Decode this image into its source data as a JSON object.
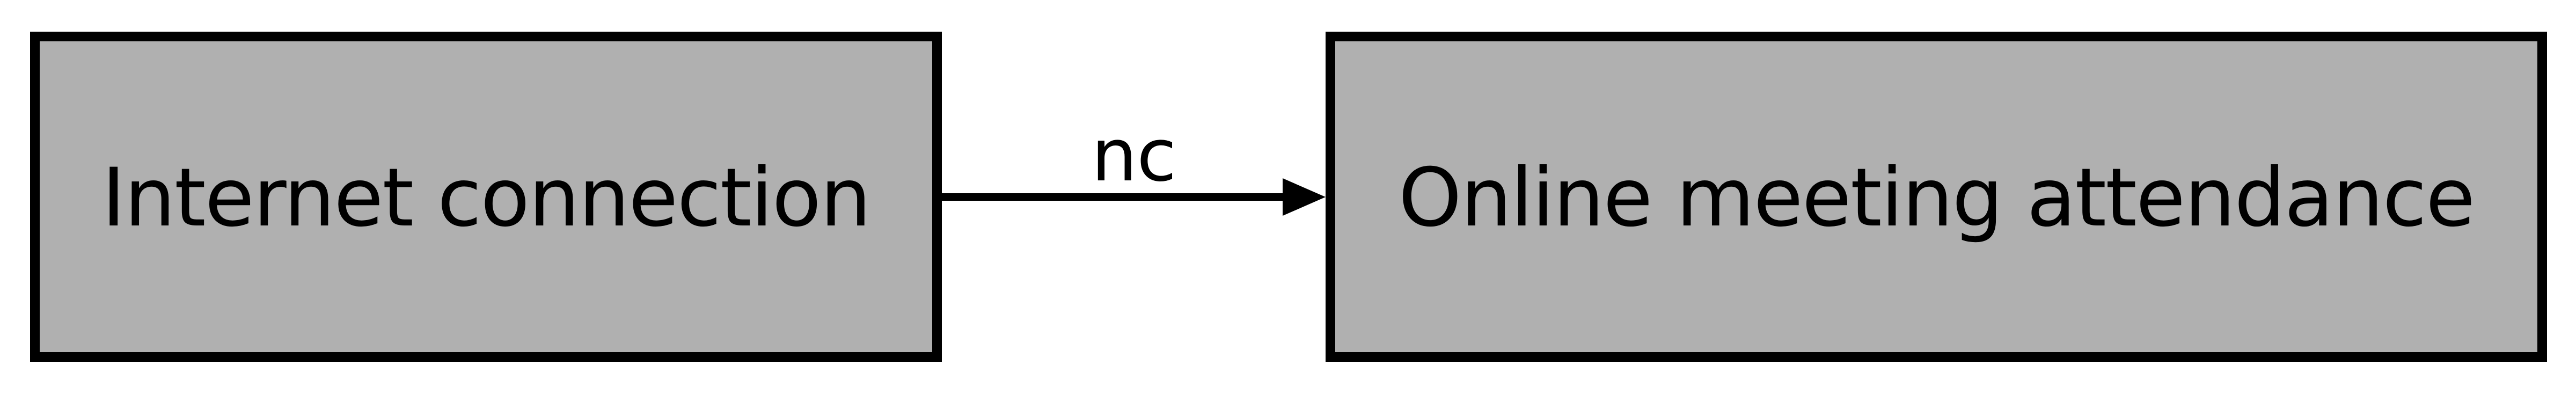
{
  "diagram": {
    "type": "directed-graph",
    "colors": {
      "background": "#ffffff",
      "node_fill": "#b0b0b0",
      "node_border": "#000000",
      "text": "#000000",
      "edge": "#000000"
    },
    "nodes": [
      {
        "id": "internet-connection",
        "label": "Internet connection"
      },
      {
        "id": "online-meeting-attendance",
        "label": "Online meeting attendance"
      }
    ],
    "edges": [
      {
        "from": "internet-connection",
        "to": "online-meeting-attendance",
        "label": "nc",
        "direction": "left-to-right"
      }
    ]
  }
}
